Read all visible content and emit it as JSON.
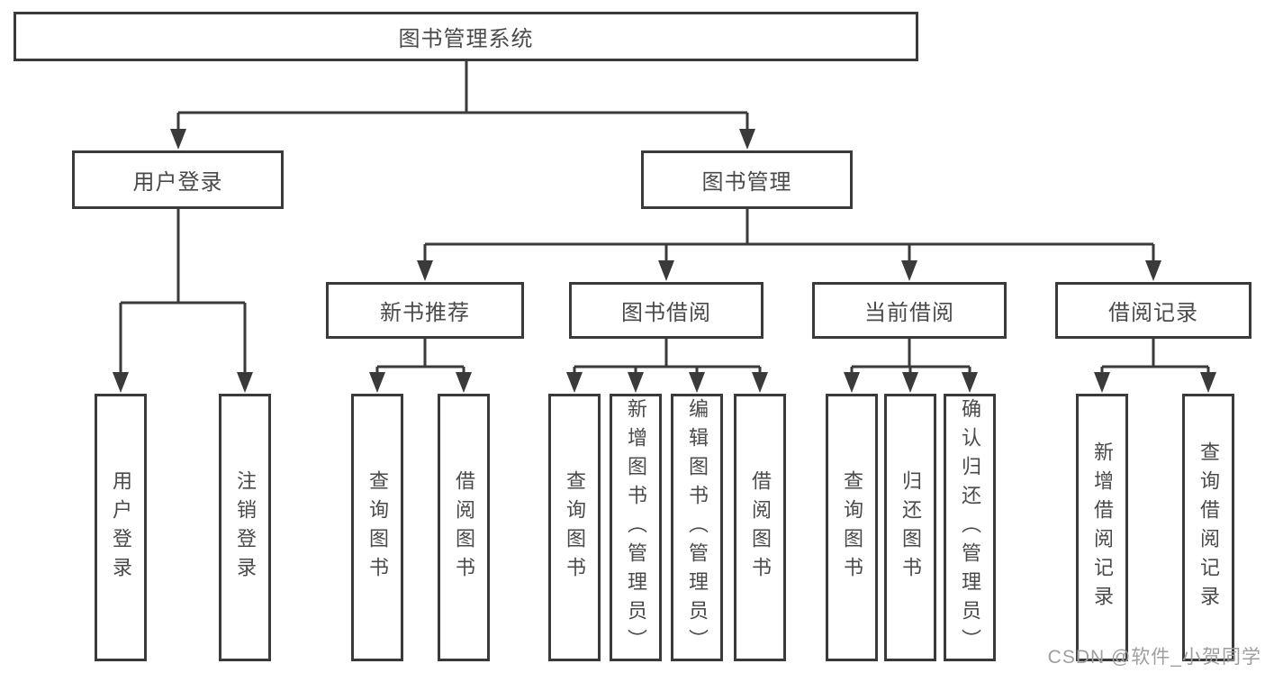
{
  "tree": {
    "label": "图书管理系统",
    "children": [
      {
        "label": "用户登录",
        "children": [
          {
            "label": "用户登录"
          },
          {
            "label": "注销登录"
          }
        ]
      },
      {
        "label": "图书管理",
        "children": [
          {
            "label": "新书推荐",
            "children": [
              {
                "label": "查询图书"
              },
              {
                "label": "借阅图书"
              }
            ]
          },
          {
            "label": "图书借阅",
            "children": [
              {
                "label": "查询图书"
              },
              {
                "label": "新增图书（管理员）"
              },
              {
                "label": "编辑图书（管理员）"
              },
              {
                "label": "借阅图书"
              }
            ]
          },
          {
            "label": "当前借阅",
            "children": [
              {
                "label": "查询图书"
              },
              {
                "label": "归还图书"
              },
              {
                "label": "确认归还（管理员）"
              }
            ]
          },
          {
            "label": "借阅记录",
            "children": [
              {
                "label": "新增借阅记录"
              },
              {
                "label": "查询借阅记录"
              }
            ]
          }
        ]
      }
    ]
  },
  "watermark": {
    "text": "CSDN @软件_小贺同学"
  },
  "colors": {
    "line": "#3a3a3a",
    "text": "#4a4a4a",
    "box_background": "#ffffff",
    "watermark": "#9e9e9e"
  }
}
